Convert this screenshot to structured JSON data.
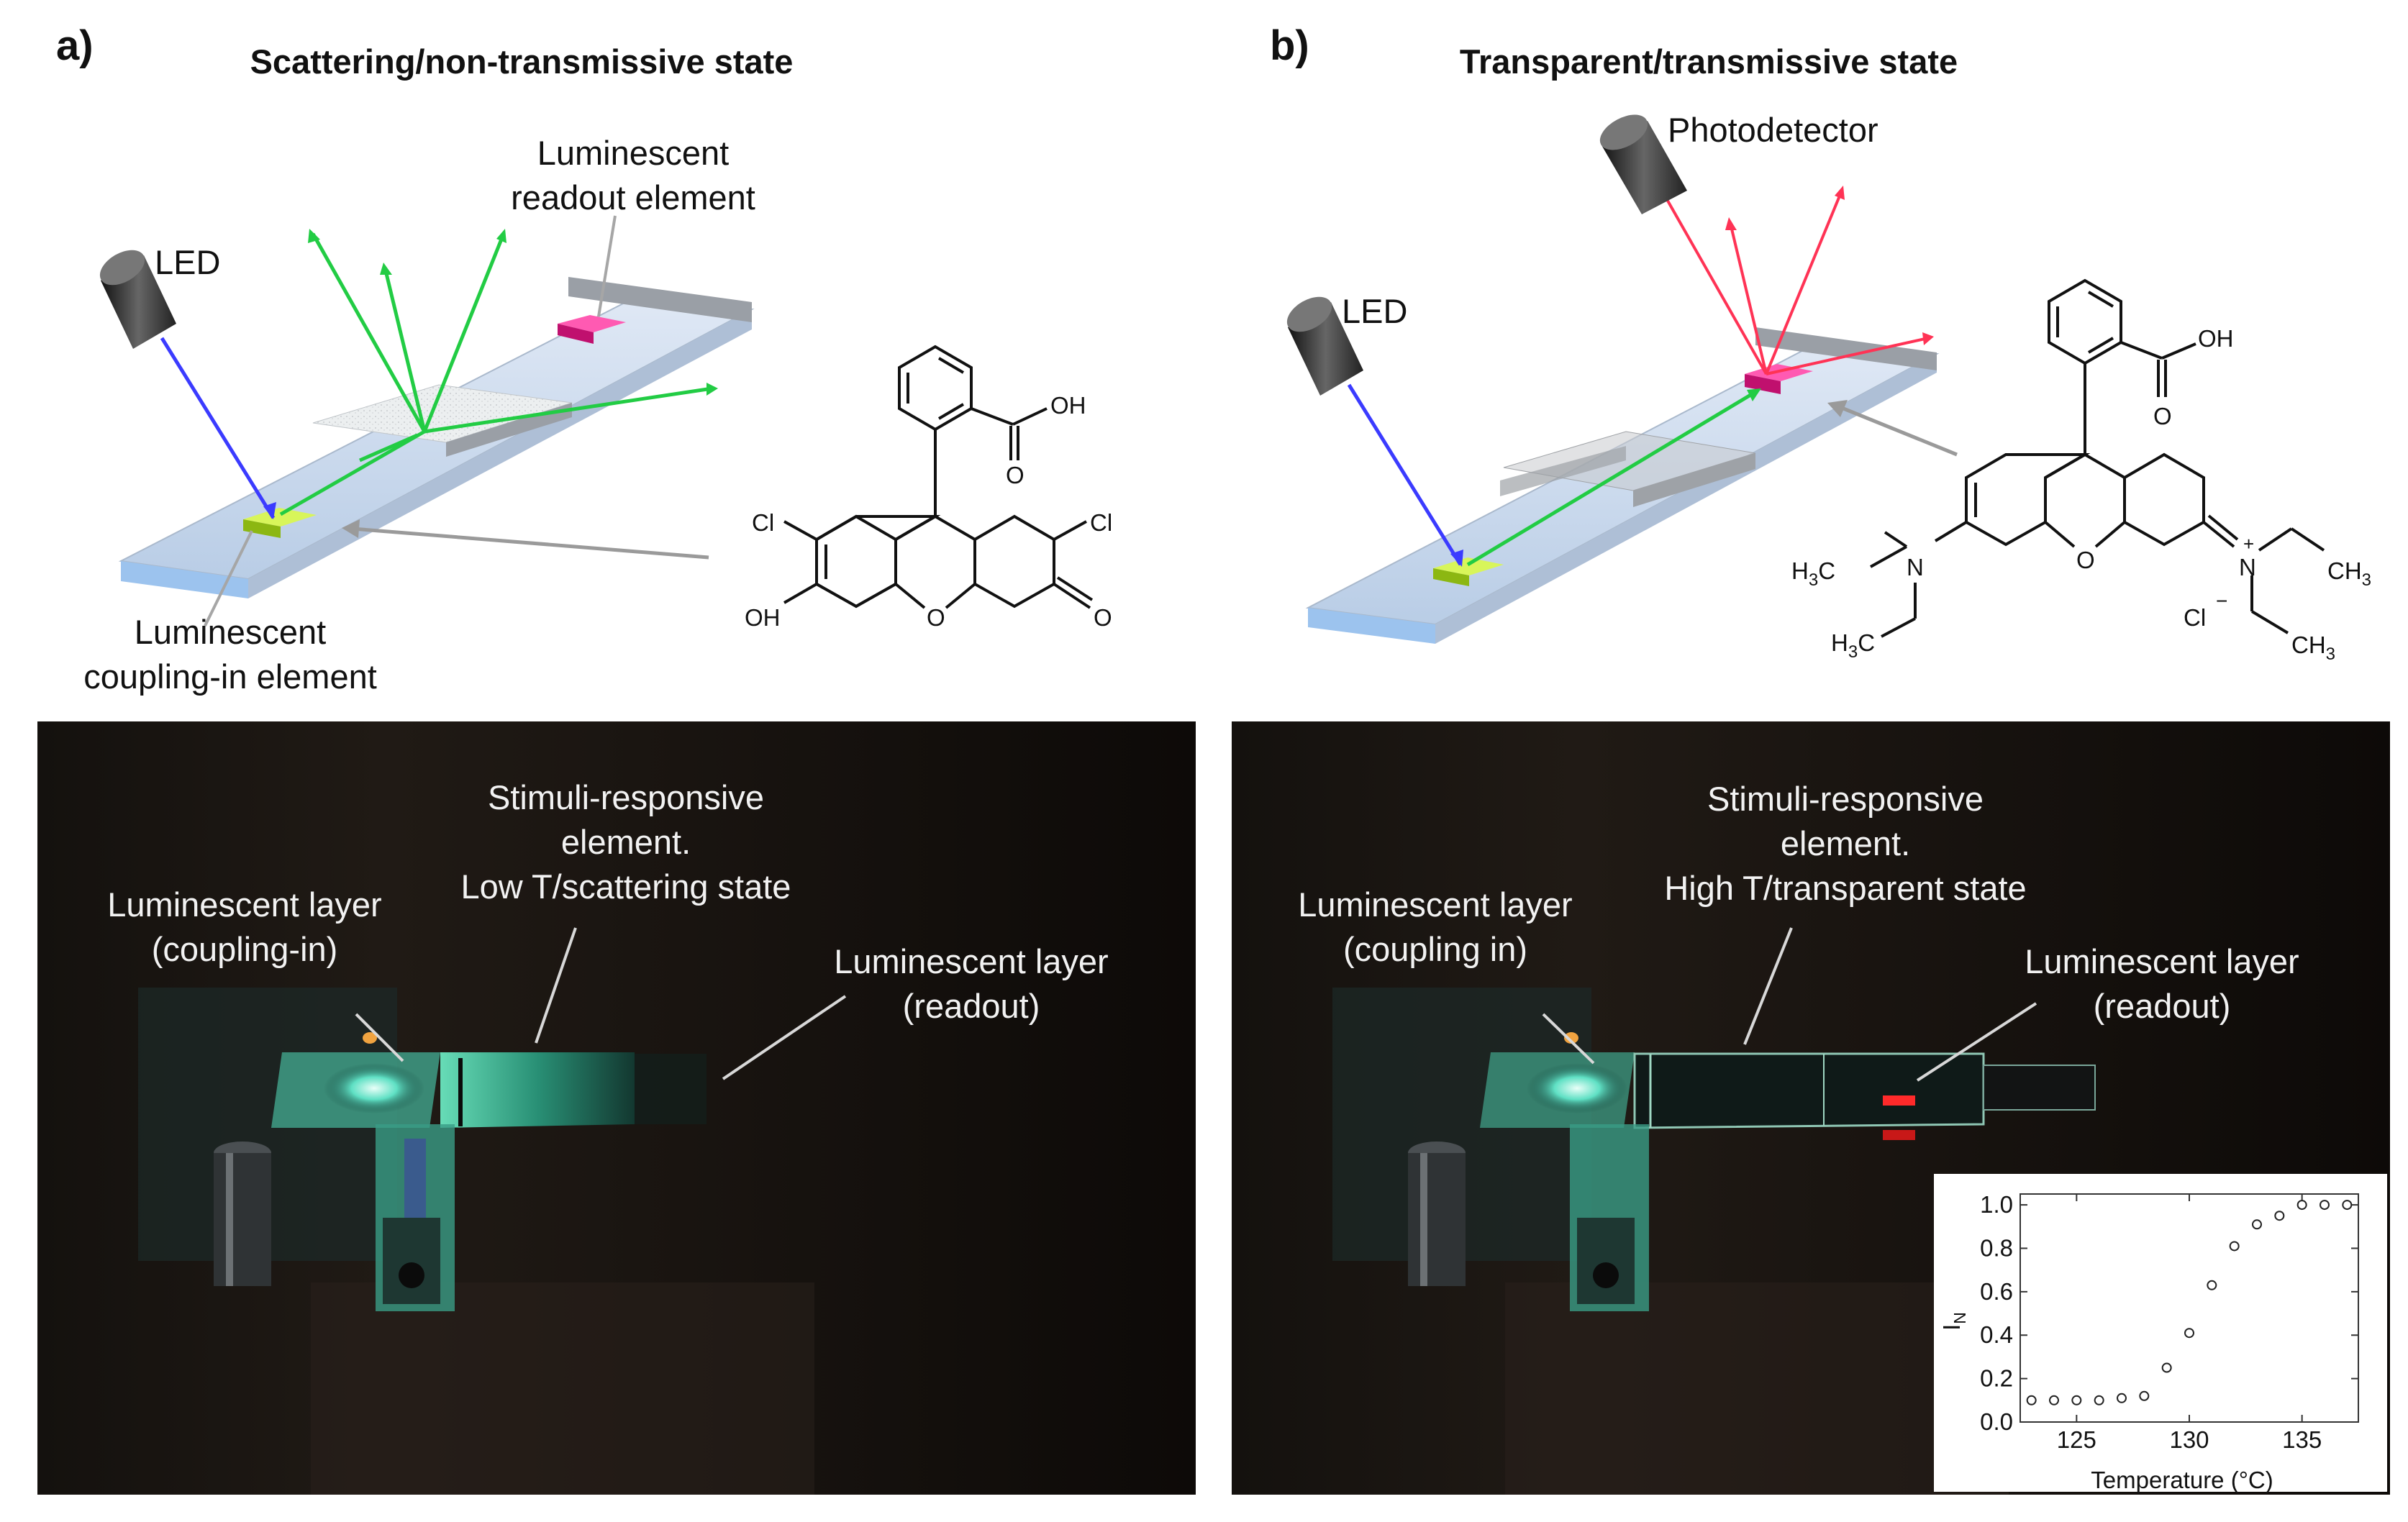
{
  "panel_a": {
    "letter": "a)",
    "title": "Scattering/non-transmissive state",
    "labels": {
      "led": "LED",
      "readout_element": [
        "Luminescent",
        "readout element"
      ],
      "coupling_element": [
        "Luminescent",
        "coupling-in element"
      ]
    },
    "photo_labels": {
      "layer_coupling": [
        "Luminescent layer",
        "(coupling-in)"
      ],
      "stimuli": [
        "Stimuli-responsive",
        "element.",
        "Low T/scattering state"
      ],
      "layer_readout": [
        "Luminescent layer",
        "(readout)"
      ]
    },
    "molecule_atoms": {
      "cl_left": "Cl",
      "cl_right": "Cl",
      "oh_acid": "OH",
      "o_acid": "O",
      "oh_phenol": "OH",
      "o_ring": "O",
      "o_keto": "O"
    }
  },
  "panel_b": {
    "letter": "b)",
    "title": "Transparent/transmissive state",
    "labels": {
      "led": "LED",
      "photodetector": "Photodetector"
    },
    "photo_labels": {
      "layer_coupling": [
        "Luminescent layer",
        "(coupling in)"
      ],
      "stimuli": [
        "Stimuli-responsive",
        "element.",
        "High T/transparent state"
      ],
      "layer_readout": [
        "Luminescent layer",
        "(readout)"
      ]
    },
    "molecule_atoms": {
      "oh_acid": "OH",
      "o_acid": "O",
      "o_ring": "O",
      "n_left": "N",
      "n_right": "N",
      "plus": "+",
      "cl": "Cl",
      "minus": "−",
      "h3c_top": [
        "H",
        "3",
        "C"
      ],
      "h3c_bottom": [
        "H",
        "3",
        "C"
      ],
      "ch3_top": [
        "CH",
        "3"
      ],
      "ch3_bottom": [
        "CH",
        "3"
      ]
    }
  },
  "colors": {
    "led_beam": "#3b3bff",
    "green_emission": "#22cc44",
    "red_emission": "#ff3355",
    "coupling_square": "#b5e51d",
    "readout_square": "#e0208a",
    "slide": "#c9d9ee"
  },
  "chart_data": {
    "type": "scatter",
    "title": "",
    "xlabel": "Temperature (°C)",
    "ylabel": "I_N",
    "ylabel_main": "I",
    "ylabel_sub": "N",
    "xlim": [
      122.5,
      137.5
    ],
    "ylim": [
      0.0,
      1.05
    ],
    "xticks": [
      125,
      130,
      135
    ],
    "yticks": [
      0.0,
      0.2,
      0.4,
      0.6,
      0.8,
      1.0
    ],
    "ytick_labels": [
      "0.0",
      "0.2",
      "0.4",
      "0.6",
      "0.8",
      "1.0"
    ],
    "grid": false,
    "x": [
      123,
      124,
      125,
      126,
      127,
      128,
      129,
      130,
      131,
      132,
      133,
      134,
      135,
      136,
      137
    ],
    "y": [
      0.1,
      0.1,
      0.1,
      0.1,
      0.11,
      0.12,
      0.25,
      0.41,
      0.63,
      0.81,
      0.91,
      0.95,
      1.0,
      1.0,
      1.0
    ]
  }
}
